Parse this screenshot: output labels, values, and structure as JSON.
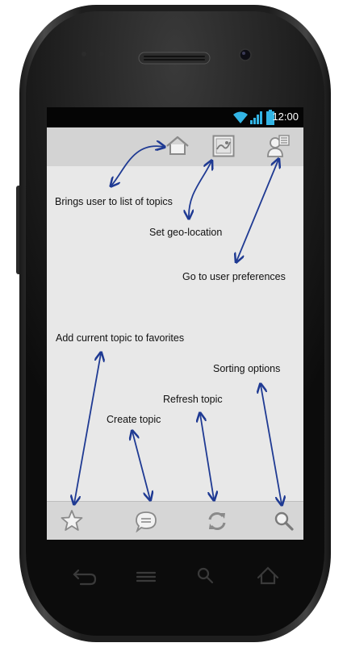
{
  "status_bar": {
    "time": "12:00",
    "icons": [
      "wifi-icon",
      "signal-icon",
      "battery-icon"
    ],
    "accent_color": "#33b5e5"
  },
  "top_actions": [
    {
      "name": "home",
      "icon": "home-icon"
    },
    {
      "name": "map",
      "icon": "map-icon"
    },
    {
      "name": "user-preferences",
      "icon": "user-settings-icon"
    }
  ],
  "bottom_actions": [
    {
      "name": "favorite",
      "icon": "star-icon"
    },
    {
      "name": "create-topic",
      "icon": "chat-bubble-icon"
    },
    {
      "name": "refresh",
      "icon": "refresh-icon"
    },
    {
      "name": "sort",
      "icon": "search-icon"
    }
  ],
  "annotations": {
    "home": "Brings user to list of topics",
    "map": "Set geo-location",
    "user_preferences": "Go to user preferences",
    "favorite": "Add current topic to favorites",
    "sort": "Sorting options",
    "refresh": "Refresh topic",
    "create": "Create topic"
  },
  "hardware_keys": [
    "back-icon",
    "menu-icon",
    "search-icon",
    "home-icon"
  ],
  "annotation_color": "#1f3a93"
}
